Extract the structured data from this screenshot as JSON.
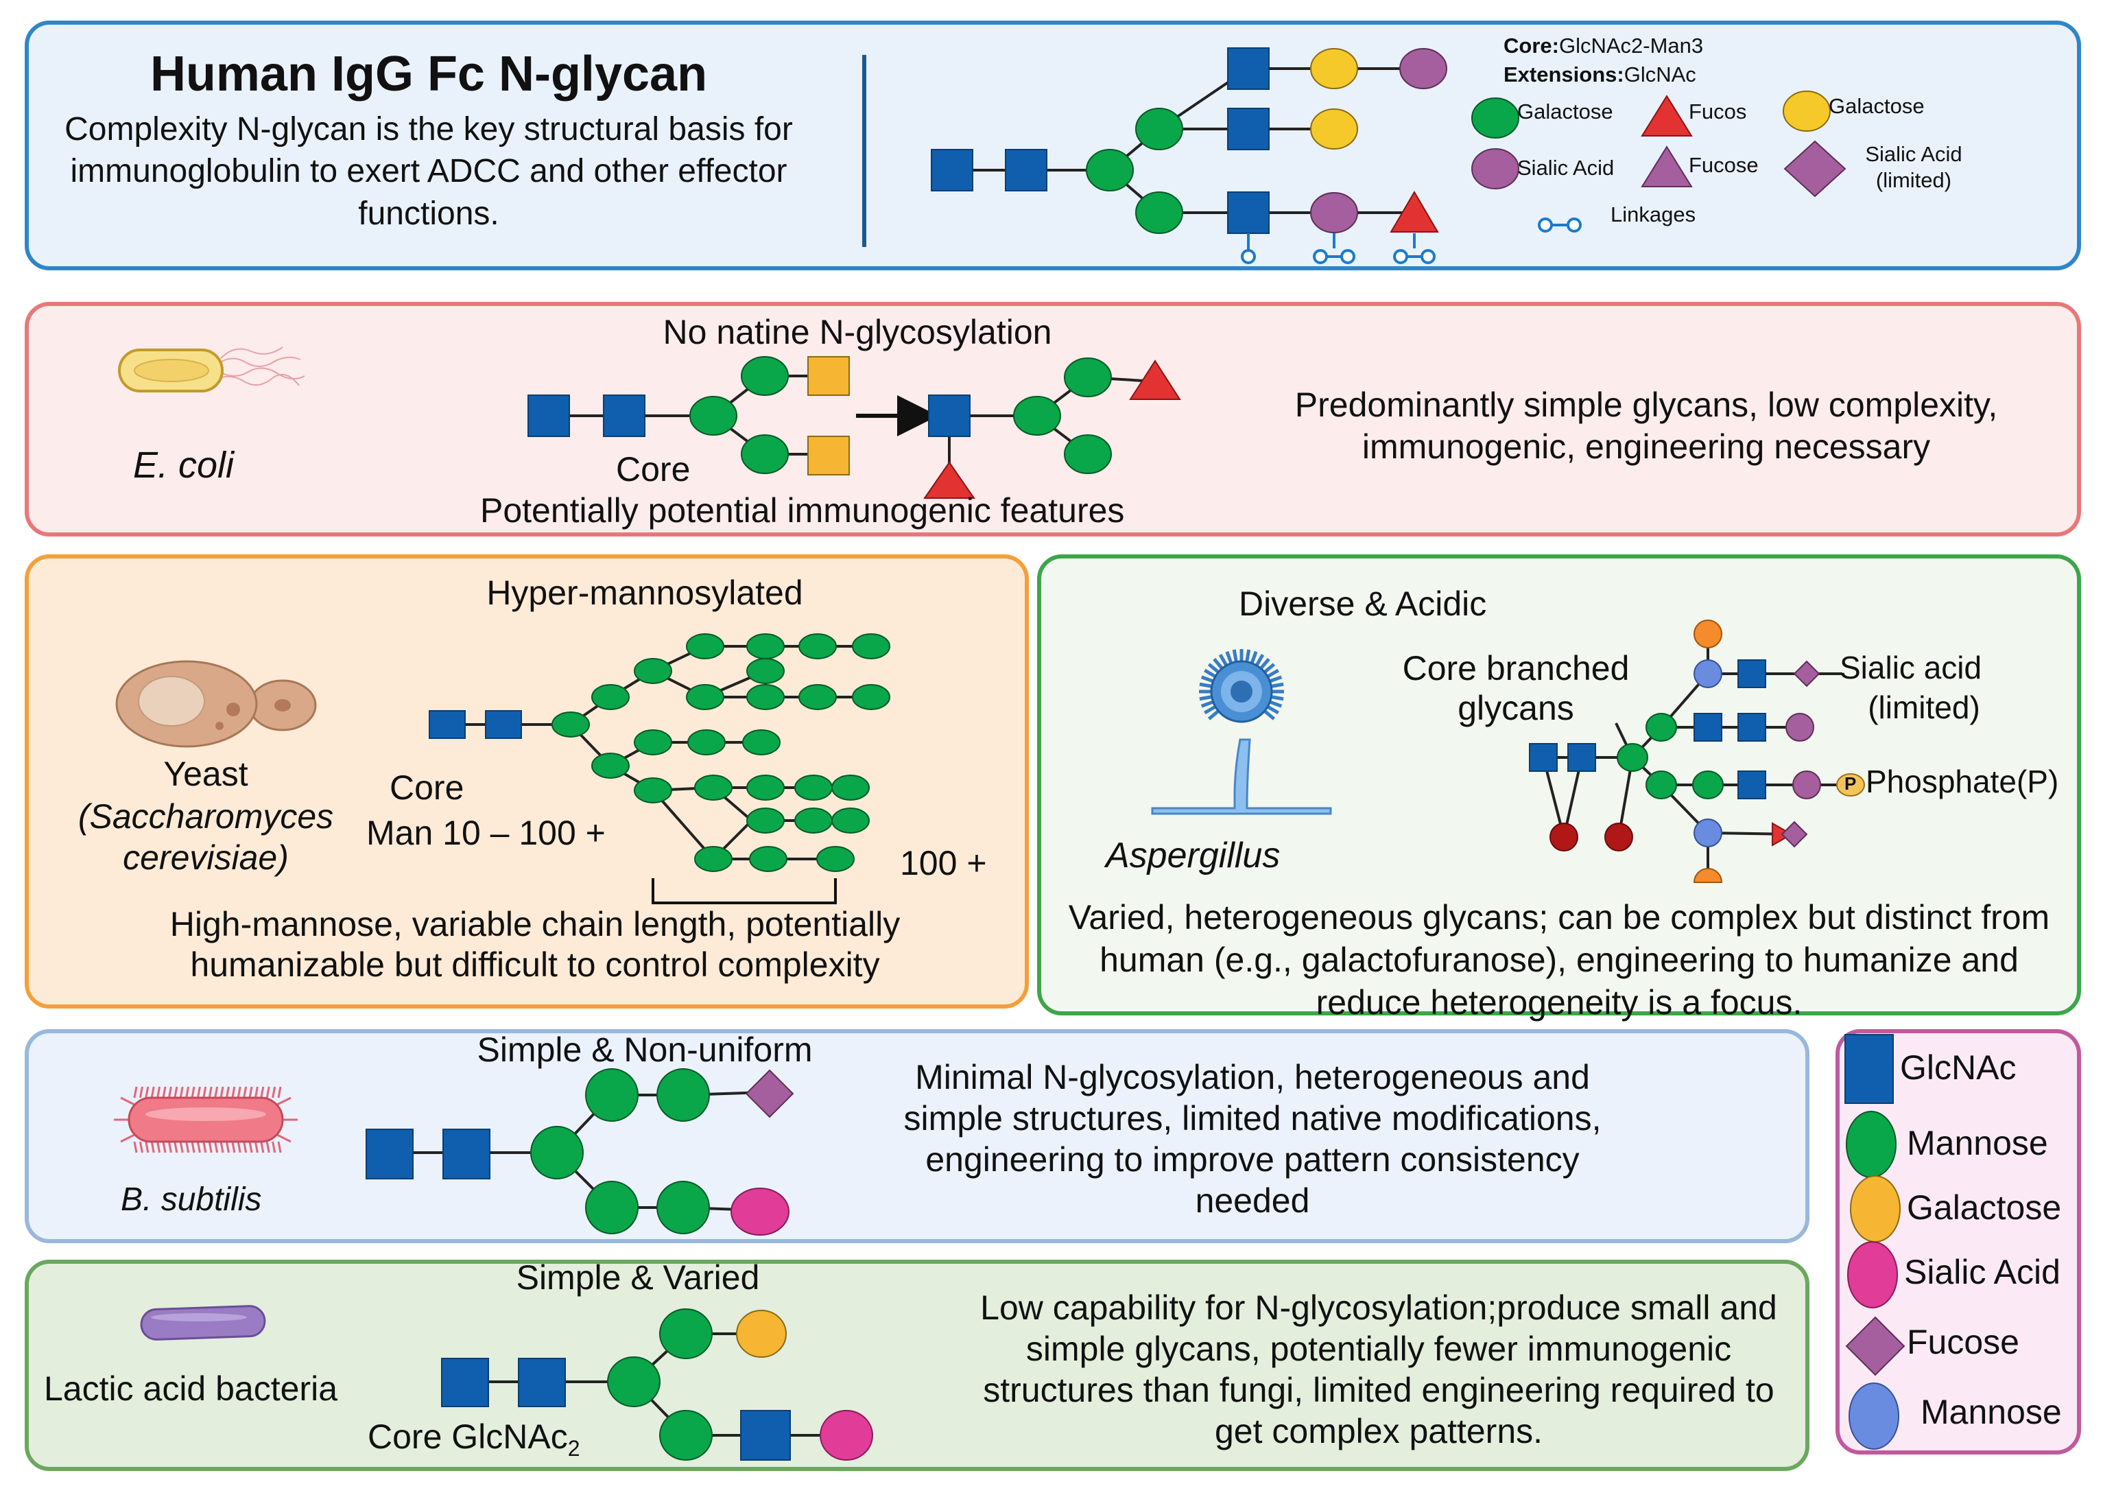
{
  "colors": {
    "glcnac": "#0f5fae",
    "mannose": "#0aa64a",
    "galactose": "#f6b533",
    "sialic": "#a55e9e",
    "sialic_magenta": "#e03c98",
    "fucose": "#e23232",
    "mannose_blue": "#6a8ce0",
    "red_ball": "#b01818",
    "orange_ball": "#f58b2a"
  },
  "human": {
    "title": "Human IgG Fc N-glycan",
    "description": "Complexity N-glycan is the key structural basis for immunoglobulin to exert ADCC and other effector functions.",
    "core_label": "Core:",
    "core_value": "GlcNAc2-Man3",
    "extensions_label": "Extensions:",
    "extensions_value": "GlcNAc",
    "legend": {
      "galactose_green": "Galactose",
      "fucos": "Fucos",
      "galactose_yellow": "Galactose",
      "sialic_acid": "Sialic Acid",
      "fucose": "Fucose",
      "sialic_limited_1": "Sialic Acid",
      "sialic_limited_2": "(limited)",
      "linkages": "Linkages"
    }
  },
  "ecoli": {
    "organism": "E. coli",
    "heading": "No natine N-glycosylation",
    "core_label": "Core",
    "features": "Potentially potential immunogenic features",
    "description": "Predominantly simple glycans, low complexity, immunogenic, engineering necessary"
  },
  "yeast": {
    "organism_line1": "Yeast",
    "organism_line2": "(Saccharomyces",
    "organism_line3": "cerevisiae)",
    "heading": "Hyper-mannosylated",
    "core_label": "Core",
    "man_range": "Man 10 – 100 +",
    "count_label": "100 +",
    "description": "High-mannose, variable chain length, potentially humanizable but difficult to control complexity"
  },
  "aspergillus": {
    "organism": "Aspergillus",
    "heading": "Diverse & Acidic",
    "core_label_1": "Core branched",
    "core_label_2": "glycans",
    "sialic_label_1": "Sialic acid",
    "sialic_label_2": "(limited)",
    "phosphate_badge": "P",
    "phosphate_label": "Phosphate(P)",
    "description": "Varied, heterogeneous glycans; can be complex but distinct from human (e.g., galactofuranose), engineering to humanize and reduce heterogeneity is a focus."
  },
  "bsubtilis": {
    "organism": "B. subtilis",
    "heading": "Simple & Non-uniform",
    "description": "Minimal N-glycosylation, heterogeneous and simple structures, limited native modifications, engineering to improve pattern consistency needed"
  },
  "lab": {
    "organism": "Lactic acid bacteria",
    "heading": "Simple & Varied",
    "core_label": "Core GlcNAc",
    "core_sub": "2",
    "description": "Low capability for N-glycosylation;produce small and simple glycans, potentially fewer immunogenic structures than fungi, limited engineering required to get complex patterns."
  },
  "legend": {
    "items": [
      "GlcNAc",
      "Mannose",
      "Galactose",
      "Sialic Acid",
      "Fucose",
      "Mannose"
    ]
  }
}
